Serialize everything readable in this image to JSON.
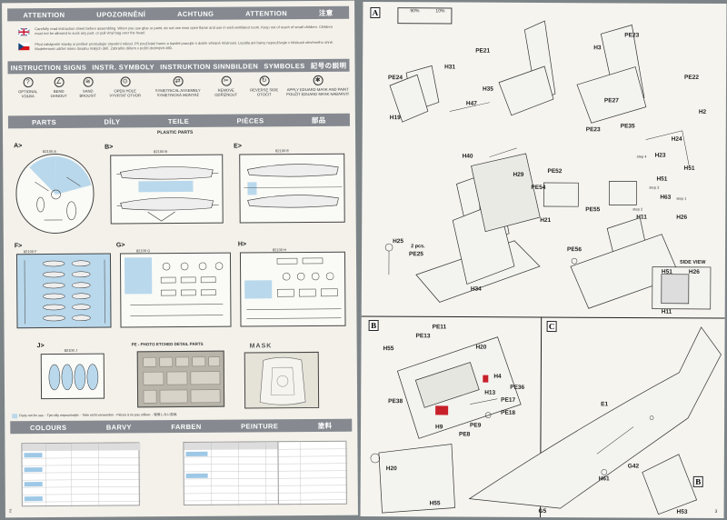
{
  "left_page": {
    "header": [
      "ATTENTION",
      "UPOZORNĚNÍ",
      "ACHTUNG",
      "ATTENTION",
      "注意"
    ],
    "attention_text_en": "Carefully read instruction sheet before assembling. When you use glue or paint, do not use near open flame and use in well ventilated room. Keep out of reach of small children. Children must not be allowed to suck any part, or pull vinyl bag over the head.",
    "attention_text_cz": "Před zahájením stavby si pečlivě prostudujte stavební návod. Při používání barev a lepidel pracujte s dobře větrané místnosti. Lepidla ani barvy nepoužívejte v blízkosti otevřeného ohně. Modelemont udržet mimo dosahu malých dětí. Zabraňte dětem v požití drobných dílů.",
    "signs_header": [
      "INSTRUCTION SIGNS",
      "INSTR. SYMBOLY",
      "INSTRUKTION SINNBILDEN",
      "SYMBOLES",
      "記号の説明"
    ],
    "symbols": [
      {
        "icon": "optional-icon",
        "l1": "OPTIONAL",
        "l2": "VOLBA"
      },
      {
        "icon": "bend-icon",
        "l1": "BEND",
        "l2": "OHNOUT"
      },
      {
        "icon": "sand-icon",
        "l1": "SAND",
        "l2": "BROUSIT"
      },
      {
        "icon": "open-hole-icon",
        "l1": "OPEN HOLE",
        "l2": "VYVRTAT OTVOR"
      },
      {
        "icon": "symmetrical-icon",
        "l1": "SYMETRICAL ASSEMBLY",
        "l2": "SYMETRICKÁ MONTÁŽ"
      },
      {
        "icon": "remove-icon",
        "l1": "REMOVE",
        "l2": "ODŘÍZNOUT"
      },
      {
        "icon": "reverse-side-icon",
        "l1": "REVERSE SIDE",
        "l2": "OTOČIT"
      },
      {
        "icon": "mask-paint-icon",
        "l1": "APPLY EDUARD MASK AND PAINT",
        "l2": "POUŽÍT EDUARD MASK NABARVIT"
      }
    ],
    "parts_header": [
      "PARTS",
      "DÍLY",
      "TEILE",
      "PIÈCES",
      "部品"
    ],
    "plastic_parts": "PLASTIC PARTS",
    "sprues": {
      "A": {
        "letter": "A>",
        "code": "82100 A"
      },
      "B": {
        "letter": "B>",
        "code": "82100 B"
      },
      "E": {
        "letter": "E>",
        "code": "82100 E"
      },
      "F": {
        "letter": "F>",
        "code": "82100 F"
      },
      "G": {
        "letter": "G>",
        "code": "82100 G"
      },
      "H": {
        "letter": "H>",
        "code": "82100 H"
      },
      "J": {
        "letter": "J>",
        "code": "82100 J"
      }
    },
    "pe_title": "PE - PHOTO ETCHED DETAIL PARTS",
    "mask_title": "MASK",
    "not_for_use": "Parts not for use. - Tyto díly nepoužívejte. - Teile nicht verwenden - Pièces à ne pas utiliser. - 使用しない部品",
    "colours_header": [
      "COLOURS",
      "BARVY",
      "FARBEN",
      "PEINTURE",
      "塗料"
    ],
    "page_number": "2"
  },
  "right_page": {
    "sections": {
      "A": "A",
      "B": "B",
      "C": "C"
    },
    "pct1": "90%",
    "pct2": "10%",
    "labels_A": {
      "pe24": "PE24",
      "h31": "H31",
      "h19": "H19",
      "pe21": "PE21",
      "h35": "H35",
      "h47": "H47",
      "pe23a": "PE23",
      "h3": "H3",
      "pe22": "PE22",
      "pe27": "PE27",
      "pe23b": "PE23",
      "pe35": "PE35",
      "h2": "H2",
      "h24": "H24",
      "h40": "H40",
      "h29": "H29",
      "pe52": "PE52",
      "pe54": "PE54",
      "h21": "H21",
      "pe55": "PE55",
      "h23": "H23",
      "h51a": "H51",
      "h63": "H63",
      "h51b": "H51",
      "h11a": "H11",
      "h26a": "H26",
      "step4": "step 4",
      "step3": "step 3",
      "step2": "step 2",
      "step1": "step 1",
      "h25": "H25",
      "pcs": "2 pcs.",
      "pe25": "PE25",
      "pe56": "PE56",
      "h34": "H34",
      "sideview": "SIDE VIEW",
      "h51c": "H51",
      "h26b": "H26",
      "h11b": "H11"
    },
    "labels_B": {
      "pe11": "PE11",
      "pe13": "PE13",
      "h55a": "H55",
      "h20a": "H20",
      "h4": "H4",
      "h13": "H13",
      "pe36": "PE36",
      "pe17": "PE17",
      "pe38": "PE38",
      "pe18": "PE18",
      "h9": "H9",
      "pe8": "PE8",
      "pe9": "PE9",
      "h20b": "H20",
      "h55b": "H55",
      "g5": "G5"
    },
    "labels_C": {
      "e1": "E1",
      "h61": "H61",
      "g42": "G42",
      "h53": "H53",
      "b": "B"
    },
    "page_number": "3"
  }
}
